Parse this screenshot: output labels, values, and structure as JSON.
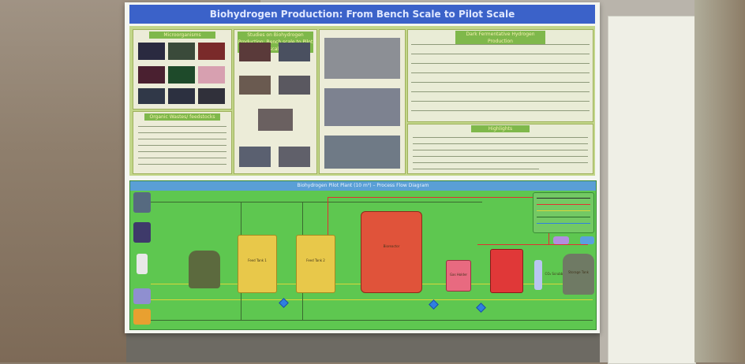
{
  "poster": {
    "title": "Biohydrogen Production: From Bench Scale to Pilot Scale",
    "section_microorganisms": "Microorganisms",
    "section_organic_waste": "Organic Wastes/ feedstocks",
    "section_bench_to_pilot": "Studies on Biohydrogen Production: Bench scale to Pilot scale",
    "section_yield_table": "Dark Fermentative Hydrogen Production",
    "section_highlights": "Highlights",
    "pfd_title": "Biohydrogen Pilot Plant (10 m³) – Process Flow Diagram",
    "tank_labels": [
      "Feed Tank 1",
      "Feed Tank 2",
      "Bioreactor",
      "Gas Holder",
      "CO₂ Scrubber",
      "Storage Tank"
    ],
    "colors": {
      "title_bar": "#3b62c9",
      "panel_bg": "#c2d68a",
      "header_green": "#7fb84b",
      "pfd_bg": "#5ec750",
      "reactor_red": "#e0533a",
      "feed_yellow": "#e8c84a",
      "pipe_red": "#e23030",
      "pipe_yellow": "#d9d63a",
      "node_blue": "#2f7fe0"
    }
  }
}
